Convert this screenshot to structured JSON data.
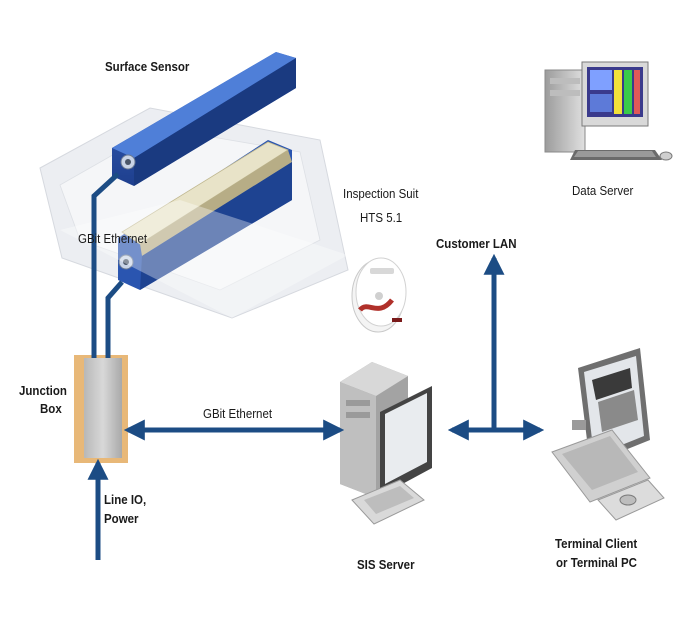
{
  "labels": {
    "surface_sensor": "Surface Sensor",
    "data_server": "Data Server",
    "inspection_suit_line1": "Inspection Suit",
    "inspection_suit_line2": "HTS 5.1",
    "gbit_ethernet_top": "GBit Ethernet",
    "customer_lan": "Customer LAN",
    "junction_box_line1": "Junction",
    "junction_box_line2": "Box",
    "gbit_ethernet_middle": "GBit Ethernet",
    "line_io_line1": "Line IO,",
    "line_io_line2": "Power",
    "sis_server": "SIS Server",
    "terminal_line1": "Terminal Client",
    "terminal_line2": "or Terminal PC"
  },
  "colors": {
    "connection": "#1c4c84",
    "sensor_blue": "#2a55b0",
    "sensor_dark": "#1a3a80",
    "junction_box": "#c8c8c8",
    "junction_frame": "#e6b472"
  },
  "icons": [
    "surface-sensor-icon",
    "data-server-computer-icon",
    "software-cd-icon",
    "junction-box-icon",
    "sis-server-computer-icon",
    "terminal-pc-icon"
  ]
}
